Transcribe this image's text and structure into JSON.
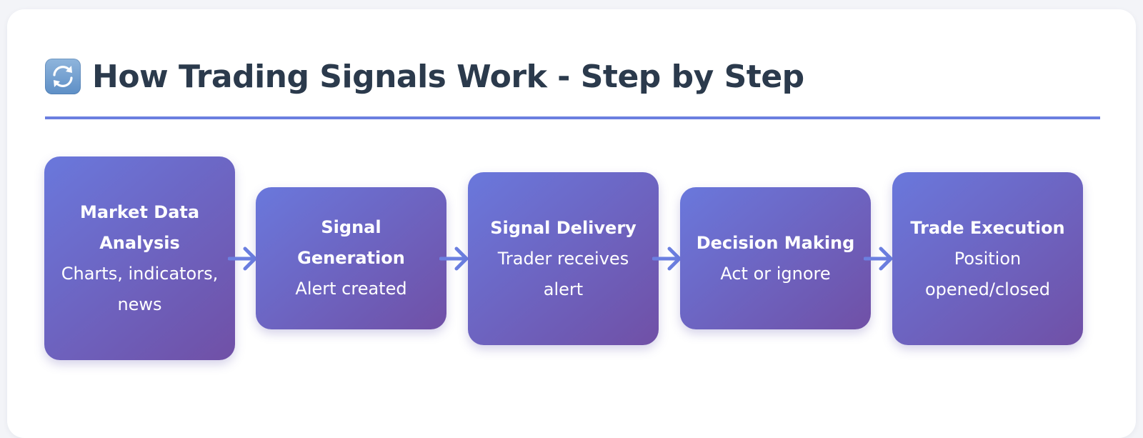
{
  "header": {
    "icon": "counterclockwise-arrows-icon",
    "title": "How Trading Signals Work - Step by Step"
  },
  "colors": {
    "accent": "#6b7fe0",
    "box_gradient_start": "#6a78dc",
    "box_gradient_end": "#7050a6",
    "title": "#2b3a4c"
  },
  "steps": [
    {
      "title": "Market Data Analysis",
      "description": "Charts, indicators, news"
    },
    {
      "title": "Signal Generation",
      "description": "Alert created"
    },
    {
      "title": "Signal Delivery",
      "description": "Trader receives alert"
    },
    {
      "title": "Decision Making",
      "description": "Act or ignore"
    },
    {
      "title": "Trade Execution",
      "description": "Position opened/closed"
    }
  ]
}
